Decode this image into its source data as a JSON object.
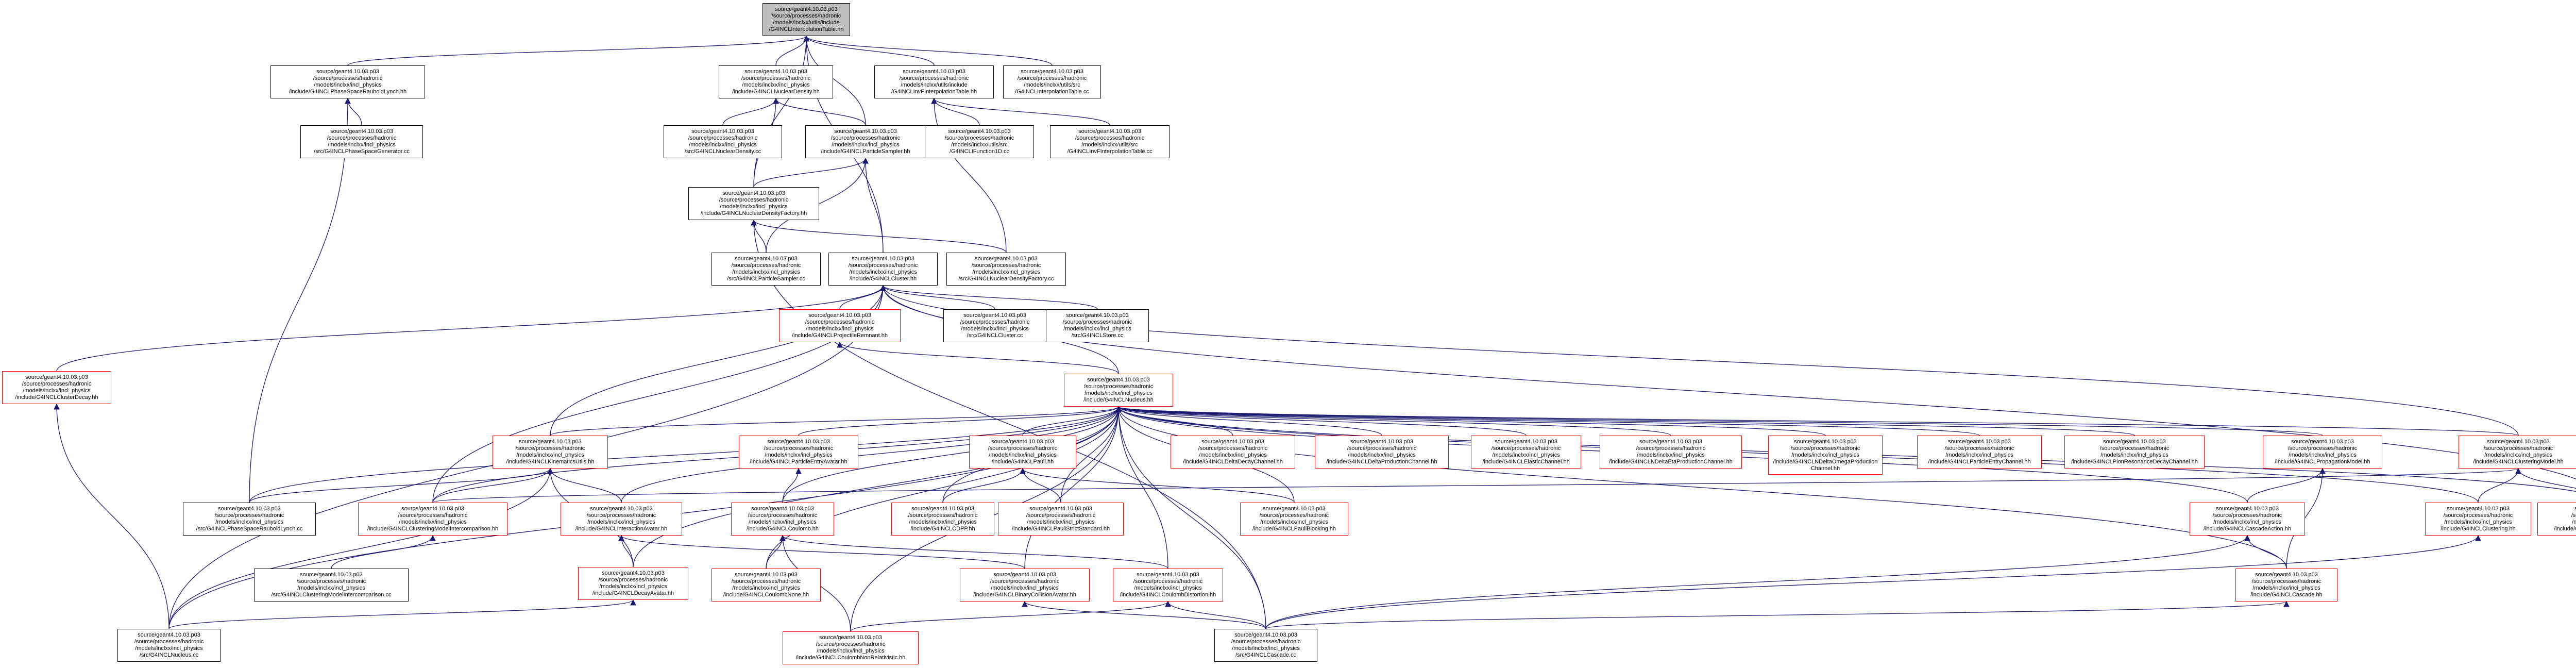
{
  "graph": {
    "colors": {
      "edge": "#191970",
      "root_fill": "#bfbfbf",
      "normal_border": "#000000",
      "missing_border": "#ff0000"
    },
    "nodes": [
      {
        "id": "root",
        "style": "root",
        "lines": [
          "source/geant4.10.03.p03",
          "/source/processes/hadronic",
          "/models/inclxx/utils/include",
          "/G4INCLInterpolationTable.hh"
        ]
      },
      {
        "id": "phasespace_hh",
        "style": "normal",
        "lines": [
          "source/geant4.10.03.p03",
          "/source/processes/hadronic",
          "/models/inclxx/incl_physics",
          "/include/G4INCLPhaseSpaceRauboldLynch.hh"
        ]
      },
      {
        "id": "nucleardensity_hh",
        "style": "normal",
        "lines": [
          "source/geant4.10.03.p03",
          "/source/processes/hadronic",
          "/models/inclxx/incl_physics",
          "/include/G4INCLNuclearDensity.hh"
        ]
      },
      {
        "id": "invfinterp_hh",
        "style": "normal",
        "lines": [
          "source/geant4.10.03.p03",
          "/source/processes/hadronic",
          "/models/inclxx/utils/include",
          "/G4INCLInvFInterpolationTable.hh"
        ]
      },
      {
        "id": "interp_cc",
        "style": "normal",
        "lines": [
          "source/geant4.10.03.p03",
          "/source/processes/hadronic",
          "/models/inclxx/utils/src",
          "/G4INCLInterpolationTable.cc"
        ]
      },
      {
        "id": "phasespacegen_cc",
        "style": "normal",
        "lines": [
          "source/geant4.10.03.p03",
          "/source/processes/hadronic",
          "/models/inclxx/incl_physics",
          "/src/G4INCLPhaseSpaceGenerator.cc"
        ]
      },
      {
        "id": "nucleardensity_cc",
        "style": "normal",
        "lines": [
          "source/geant4.10.03.p03",
          "/source/processes/hadronic",
          "/models/inclxx/incl_physics",
          "/src/G4INCLNuclearDensity.cc"
        ]
      },
      {
        "id": "particlesampler_hh",
        "style": "normal",
        "lines": [
          "source/geant4.10.03.p03",
          "/source/processes/hadronic",
          "/models/inclxx/incl_physics",
          "/include/G4INCLParticleSampler.hh"
        ]
      },
      {
        "id": "ifunction1d_cc",
        "style": "normal",
        "lines": [
          "source/geant4.10.03.p03",
          "/source/processes/hadronic",
          "/models/inclxx/utils/src",
          "/G4INCLIFunction1D.cc"
        ]
      },
      {
        "id": "invfinterp_cc",
        "style": "normal",
        "lines": [
          "source/geant4.10.03.p03",
          "/source/processes/hadronic",
          "/models/inclxx/utils/src",
          "/G4INCLInvFInterpolationTable.cc"
        ]
      },
      {
        "id": "nucdensfactory_hh",
        "style": "normal",
        "lines": [
          "source/geant4.10.03.p03",
          "/source/processes/hadronic",
          "/models/inclxx/incl_physics",
          "/include/G4INCLNuclearDensityFactory.hh"
        ]
      },
      {
        "id": "particlesampler_cc",
        "style": "normal",
        "lines": [
          "source/geant4.10.03.p03",
          "/source/processes/hadronic",
          "/models/inclxx/incl_physics",
          "/src/G4INCLParticleSampler.cc"
        ]
      },
      {
        "id": "cluster_hh",
        "style": "normal",
        "lines": [
          "source/geant4.10.03.p03",
          "/source/processes/hadronic",
          "/models/inclxx/incl_physics",
          "/include/G4INCLCluster.hh"
        ]
      },
      {
        "id": "nucdensfactory_cc",
        "style": "normal",
        "lines": [
          "source/geant4.10.03.p03",
          "/source/processes/hadronic",
          "/models/inclxx/incl_physics",
          "/src/G4INCLNuclearDensityFactory.cc"
        ]
      },
      {
        "id": "projectileremnant_hh",
        "style": "red",
        "lines": [
          "source/geant4.10.03.p03",
          "/source/processes/hadronic",
          "/models/inclxx/incl_physics",
          "/include/G4INCLProjectileRemnant.hh"
        ]
      },
      {
        "id": "cluster_cc",
        "style": "normal",
        "lines": [
          "source/geant4.10.03.p03",
          "/source/processes/hadronic",
          "/models/inclxx/incl_physics",
          "/src/G4INCLCluster.cc"
        ]
      },
      {
        "id": "store_cc",
        "style": "normal",
        "lines": [
          "source/geant4.10.03.p03",
          "/source/processes/hadronic",
          "/models/inclxx/incl_physics",
          "/src/G4INCLStore.cc"
        ]
      },
      {
        "id": "clusterdecay_hh",
        "style": "red",
        "lines": [
          "source/geant4.10.03.p03",
          "/source/processes/hadronic",
          "/models/inclxx/incl_physics",
          "/include/G4INCLClusterDecay.hh"
        ]
      },
      {
        "id": "nucleus_hh",
        "style": "red",
        "lines": [
          "source/geant4.10.03.p03",
          "/source/processes/hadronic",
          "/models/inclxx/incl_physics",
          "/include/G4INCLNucleus.hh"
        ]
      },
      {
        "id": "kinematicsutils_hh",
        "style": "red",
        "lines": [
          "source/geant4.10.03.p03",
          "/source/processes/hadronic",
          "/models/inclxx/incl_physics",
          "/include/G4INCLKinematicsUtils.hh"
        ]
      },
      {
        "id": "particleentryavatar_hh",
        "style": "red",
        "lines": [
          "source/geant4.10.03.p03",
          "/source/processes/hadronic",
          "/models/inclxx/incl_physics",
          "/include/G4INCLParticleEntryAvatar.hh"
        ]
      },
      {
        "id": "pauli_hh",
        "style": "red",
        "lines": [
          "source/geant4.10.03.p03",
          "/source/processes/hadronic",
          "/models/inclxx/incl_physics",
          "/include/G4INCLPauli.hh"
        ]
      },
      {
        "id": "deltadecaychannel_hh",
        "style": "red",
        "lines": [
          "source/geant4.10.03.p03",
          "/source/processes/hadronic",
          "/models/inclxx/incl_physics",
          "/include/G4INCLDeltaDecayChannel.hh"
        ]
      },
      {
        "id": "deltaproductionchannel_hh",
        "style": "red",
        "lines": [
          "source/geant4.10.03.p03",
          "/source/processes/hadronic",
          "/models/inclxx/incl_physics",
          "/include/G4INCLDeltaProductionChannel.hh"
        ]
      },
      {
        "id": "elasticchannel_hh",
        "style": "red",
        "lines": [
          "source/geant4.10.03.p03",
          "/source/processes/hadronic",
          "/models/inclxx/incl_physics",
          "/include/G4INCLElasticChannel.hh"
        ]
      },
      {
        "id": "ndeltaetaproductionchannel_hh",
        "style": "red",
        "lines": [
          "source/geant4.10.03.p03",
          "/source/processes/hadronic",
          "/models/inclxx/incl_physics",
          "/include/G4INCLNDeltaEtaProductionChannel.hh"
        ]
      },
      {
        "id": "ndeltaomegaproductionchannel_hh",
        "style": "red",
        "lines": [
          "source/geant4.10.03.p03",
          "/source/processes/hadronic",
          "/models/inclxx/incl_physics",
          "/include/G4INCLNDeltaOmegaProduction",
          "Channel.hh"
        ]
      },
      {
        "id": "particleentrychannel_hh",
        "style": "red",
        "lines": [
          "source/geant4.10.03.p03",
          "/source/processes/hadronic",
          "/models/inclxx/incl_physics",
          "/include/G4INCLParticleEntryChannel.hh"
        ]
      },
      {
        "id": "pionresonancedecaychannel_hh",
        "style": "red",
        "lines": [
          "source/geant4.10.03.p03",
          "/source/processes/hadronic",
          "/models/inclxx/incl_physics",
          "/include/G4INCLPionResonanceDecayChannel.hh"
        ]
      },
      {
        "id": "propagationmodel_hh",
        "style": "red",
        "lines": [
          "source/geant4.10.03.p03",
          "/source/processes/hadronic",
          "/models/inclxx/incl_physics",
          "/include/G4INCLPropagationModel.hh"
        ]
      },
      {
        "id": "clusteringmodel_hh",
        "style": "red",
        "lines": [
          "source/geant4.10.03.p03",
          "/source/processes/hadronic",
          "/models/inclxx/incl_physics",
          "/include/G4INCLClusteringModel.hh"
        ]
      },
      {
        "id": "phasespacelynch_cc",
        "style": "normal",
        "lines": [
          "source/geant4.10.03.p03",
          "/source/processes/hadronic",
          "/models/inclxx/incl_physics",
          "/src/G4INCLPhaseSpaceRauboldLynch.cc"
        ]
      },
      {
        "id": "clusteringmodelintercomp_hh",
        "style": "red",
        "lines": [
          "source/geant4.10.03.p03",
          "/source/processes/hadronic",
          "/models/inclxx/incl_physics",
          "/include/G4INCLClusteringModelIntercomparison.hh"
        ]
      },
      {
        "id": "interactionavatar_hh",
        "style": "red",
        "lines": [
          "source/geant4.10.03.p03",
          "/source/processes/hadronic",
          "/models/inclxx/incl_physics",
          "/include/G4INCLInteractionAvatar.hh"
        ]
      },
      {
        "id": "coulomb_hh",
        "style": "red",
        "lines": [
          "source/geant4.10.03.p03",
          "/source/processes/hadronic",
          "/models/inclxx/incl_physics",
          "/include/G4INCLCoulomb.hh"
        ]
      },
      {
        "id": "cdpp_hh",
        "style": "red",
        "lines": [
          "source/geant4.10.03.p03",
          "/source/processes/hadronic",
          "/models/inclxx/incl_physics",
          "/include/G4INCLCDPP.hh"
        ]
      },
      {
        "id": "paulistrictstandard_hh",
        "style": "red",
        "lines": [
          "source/geant4.10.03.p03",
          "/source/processes/hadronic",
          "/models/inclxx/incl_physics",
          "/include/G4INCLPauliStrictStandard.hh"
        ]
      },
      {
        "id": "pauliblocking_hh",
        "style": "red",
        "lines": [
          "source/geant4.10.03.p03",
          "/source/processes/hadronic",
          "/models/inclxx/incl_physics",
          "/include/G4INCLPauliBlocking.hh"
        ]
      },
      {
        "id": "cascadeaction_hh",
        "style": "red",
        "lines": [
          "source/geant4.10.03.p03",
          "/source/processes/hadronic",
          "/models/inclxx/incl_physics",
          "/include/G4INCLCascadeAction.hh"
        ]
      },
      {
        "id": "clustering_hh",
        "style": "red",
        "lines": [
          "source/geant4.10.03.p03",
          "/source/processes/hadronic",
          "/models/inclxx/incl_physics",
          "/include/G4INCLClustering.hh"
        ]
      },
      {
        "id": "clusteringmodelnone_hh",
        "style": "red",
        "lines": [
          "source/geant4.10.03.p03",
          "/source/processes/hadronic",
          "/models/inclxx/incl_physics",
          "/include/G4INCLClusteringModelNone.hh"
        ]
      },
      {
        "id": "decayavatar_hh",
        "style": "red",
        "lines": [
          "source/geant4.10.03.p03",
          "/source/processes/hadronic",
          "/models/inclxx/incl_physics",
          "/include/G4INCLDecayAvatar.hh"
        ]
      },
      {
        "id": "clusteringmodelintercomp_cc",
        "style": "normal",
        "lines": [
          "source/geant4.10.03.p03",
          "/source/processes/hadronic",
          "/models/inclxx/incl_physics",
          "/src/G4INCLClusteringModelIntercomparison.cc"
        ]
      },
      {
        "id": "coulombnone_hh",
        "style": "red",
        "lines": [
          "source/geant4.10.03.p03",
          "/source/processes/hadronic",
          "/models/inclxx/incl_physics",
          "/include/G4INCLCoulombNone.hh"
        ]
      },
      {
        "id": "binarycollisionavatar_hh",
        "style": "red",
        "lines": [
          "source/geant4.10.03.p03",
          "/source/processes/hadronic",
          "/models/inclxx/incl_physics",
          "/include/G4INCLBinaryCollisionAvatar.hh"
        ]
      },
      {
        "id": "coulombdistortion_hh",
        "style": "red",
        "lines": [
          "source/geant4.10.03.p03",
          "/source/processes/hadronic",
          "/models/inclxx/incl_physics",
          "/include/G4INCLCoulombDistortion.hh"
        ]
      },
      {
        "id": "cascade_hh",
        "style": "red",
        "lines": [
          "source/geant4.10.03.p03",
          "/source/processes/hadronic",
          "/models/inclxx/incl_physics",
          "/include/G4INCLCascade.hh"
        ]
      },
      {
        "id": "nucleus_cc",
        "style": "normal",
        "lines": [
          "source/geant4.10.03.p03",
          "/source/processes/hadronic",
          "/models/inclxx/incl_physics",
          "/src/G4INCLNucleus.cc"
        ]
      },
      {
        "id": "coulombnonrelativistic_hh",
        "style": "red",
        "lines": [
          "source/geant4.10.03.p03",
          "/source/processes/hadronic",
          "/models/inclxx/incl_physics",
          "/include/G4INCLCoulombNonRelativistic.hh"
        ]
      },
      {
        "id": "cascade_cc",
        "style": "normal",
        "lines": [
          "source/geant4.10.03.p03",
          "/source/processes/hadronic",
          "/models/inclxx/incl_physics",
          "/src/G4INCLCascade.cc"
        ]
      }
    ],
    "edges": [
      [
        "phasespace_hh",
        "root"
      ],
      [
        "nucleardensity_hh",
        "root"
      ],
      [
        "invfinterp_hh",
        "root"
      ],
      [
        "interp_cc",
        "root"
      ],
      [
        "particlesampler_hh",
        "root"
      ],
      [
        "nucdensfactory_hh",
        "root"
      ],
      [
        "cluster_hh",
        "root"
      ],
      [
        "phasespacegen_cc",
        "phasespace_hh"
      ],
      [
        "phasespacelynch_cc",
        "phasespace_hh"
      ],
      [
        "nucleardensity_cc",
        "nucleardensity_hh"
      ],
      [
        "particlesampler_hh",
        "nucleardensity_hh"
      ],
      [
        "nucdensfactory_hh",
        "nucleardensity_hh"
      ],
      [
        "ifunction1d_cc",
        "invfinterp_hh"
      ],
      [
        "invfinterp_cc",
        "invfinterp_hh"
      ],
      [
        "nucdensfactory_cc",
        "invfinterp_hh"
      ],
      [
        "nucdensfactory_hh",
        "particlesampler_hh"
      ],
      [
        "particlesampler_cc",
        "particlesampler_hh"
      ],
      [
        "cluster_hh",
        "particlesampler_hh"
      ],
      [
        "nucdensfactory_cc",
        "nucdensfactory_hh"
      ],
      [
        "particlesampler_cc",
        "nucdensfactory_hh"
      ],
      [
        "cascade_cc",
        "nucdensfactory_hh"
      ],
      [
        "projectileremnant_hh",
        "cluster_hh"
      ],
      [
        "cluster_cc",
        "cluster_hh"
      ],
      [
        "store_cc",
        "cluster_hh"
      ],
      [
        "clusterdecay_hh",
        "cluster_hh"
      ],
      [
        "nucleus_hh",
        "cluster_hh"
      ],
      [
        "clusteringmodelintercomp_hh",
        "cluster_hh"
      ],
      [
        "nucleus_cc",
        "cluster_hh"
      ],
      [
        "clusteringmodelnone_hh",
        "cluster_hh"
      ],
      [
        "clusteringmodel_hh",
        "cluster_hh"
      ],
      [
        "kinematicsutils_hh",
        "cluster_hh"
      ],
      [
        "nucleus_hh",
        "projectileremnant_hh"
      ],
      [
        "nucleus_cc",
        "clusterdecay_hh"
      ],
      [
        "kinematicsutils_hh",
        "nucleus_hh"
      ],
      [
        "particleentryavatar_hh",
        "nucleus_hh"
      ],
      [
        "pauli_hh",
        "nucleus_hh"
      ],
      [
        "deltadecaychannel_hh",
        "nucleus_hh"
      ],
      [
        "deltaproductionchannel_hh",
        "nucleus_hh"
      ],
      [
        "elasticchannel_hh",
        "nucleus_hh"
      ],
      [
        "ndeltaetaproductionchannel_hh",
        "nucleus_hh"
      ],
      [
        "ndeltaomegaproductionchannel_hh",
        "nucleus_hh"
      ],
      [
        "particleentrychannel_hh",
        "nucleus_hh"
      ],
      [
        "pionresonancedecaychannel_hh",
        "nucleus_hh"
      ],
      [
        "propagationmodel_hh",
        "nucleus_hh"
      ],
      [
        "clusteringmodel_hh",
        "nucleus_hh"
      ],
      [
        "clustering_hh",
        "nucleus_hh"
      ],
      [
        "clusteringmodelnone_hh",
        "nucleus_hh"
      ],
      [
        "cascadeaction_hh",
        "nucleus_hh"
      ],
      [
        "cascade_hh",
        "nucleus_hh"
      ],
      [
        "phasespacelynch_cc",
        "nucleus_hh"
      ],
      [
        "clusteringmodelintercomp_hh",
        "nucleus_hh"
      ],
      [
        "interactionavatar_hh",
        "nucleus_hh"
      ],
      [
        "coulomb_hh",
        "nucleus_hh"
      ],
      [
        "cdpp_hh",
        "nucleus_hh"
      ],
      [
        "paulistrictstandard_hh",
        "nucleus_hh"
      ],
      [
        "pauliblocking_hh",
        "nucleus_hh"
      ],
      [
        "decayavatar_hh",
        "nucleus_hh"
      ],
      [
        "coulombnone_hh",
        "nucleus_hh"
      ],
      [
        "binarycollisionavatar_hh",
        "nucleus_hh"
      ],
      [
        "coulombdistortion_hh",
        "nucleus_hh"
      ],
      [
        "coulombnonrelativistic_hh",
        "nucleus_hh"
      ],
      [
        "nucleus_cc",
        "nucleus_hh"
      ],
      [
        "cascade_cc",
        "nucleus_hh"
      ],
      [
        "phasespacelynch_cc",
        "kinematicsutils_hh"
      ],
      [
        "clusteringmodelintercomp_hh",
        "kinematicsutils_hh"
      ],
      [
        "interactionavatar_hh",
        "kinematicsutils_hh"
      ],
      [
        "decayavatar_hh",
        "kinematicsutils_hh"
      ],
      [
        "nucleus_cc",
        "kinematicsutils_hh"
      ],
      [
        "coulomb_hh",
        "particleentryavatar_hh"
      ],
      [
        "cdpp_hh",
        "pauli_hh"
      ],
      [
        "paulistrictstandard_hh",
        "pauli_hh"
      ],
      [
        "pauliblocking_hh",
        "pauli_hh"
      ],
      [
        "cascadeaction_hh",
        "propagationmodel_hh"
      ],
      [
        "cascade_hh",
        "propagationmodel_hh"
      ],
      [
        "clusteringmodelintercomp_hh",
        "clusteringmodel_hh"
      ],
      [
        "clustering_hh",
        "clusteringmodel_hh"
      ],
      [
        "clusteringmodelnone_hh",
        "clusteringmodel_hh"
      ],
      [
        "clusteringmodelintercomp_cc",
        "clusteringmodelintercomp_hh"
      ],
      [
        "decayavatar_hh",
        "interactionavatar_hh"
      ],
      [
        "binarycollisionavatar_hh",
        "interactionavatar_hh"
      ],
      [
        "coulombnone_hh",
        "coulomb_hh"
      ],
      [
        "coulombdistortion_hh",
        "coulomb_hh"
      ],
      [
        "coulombnonrelativistic_hh",
        "coulomb_hh"
      ],
      [
        "cascade_cc",
        "binarycollisionavatar_hh"
      ],
      [
        "cascade_cc",
        "coulombdistortion_hh"
      ],
      [
        "coulombnonrelativistic_hh",
        "coulombdistortion_hh"
      ],
      [
        "cascade_hh",
        "cascadeaction_hh"
      ],
      [
        "cascade_cc",
        "cascadeaction_hh"
      ],
      [
        "cascade_cc",
        "cascade_hh"
      ],
      [
        "cascade_cc",
        "clustering_hh"
      ],
      [
        "nucleus_cc",
        "decayavatar_hh"
      ]
    ]
  }
}
